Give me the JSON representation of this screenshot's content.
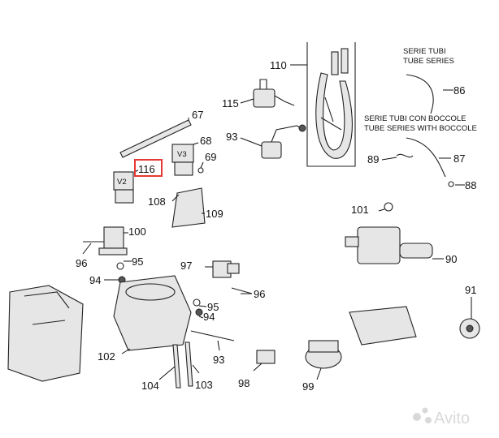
{
  "diagram": {
    "headers": {
      "tube_series_it": "SERIE TUBI",
      "tube_series_en": "TUBE SERIES",
      "tube_bushing_it": "SERIE TUBI CON BOCCOLE",
      "tube_bushing_en": "TUBE SERIES WITH BOCCOLE"
    },
    "callouts": [
      "110",
      "86",
      "115",
      "67",
      "93",
      "68",
      "87",
      "89",
      "88",
      "69",
      "116",
      "108",
      "109",
      "101",
      "100",
      "90",
      "96",
      "95",
      "97",
      "94",
      "96",
      "91",
      "95",
      "94",
      "102",
      "93",
      "104",
      "103",
      "98",
      "99"
    ],
    "highlight": {
      "label": "116",
      "color": "#e53935"
    },
    "component_tags": {
      "valve_a": "V2",
      "valve_b": "V3"
    },
    "watermark": "Avito"
  }
}
